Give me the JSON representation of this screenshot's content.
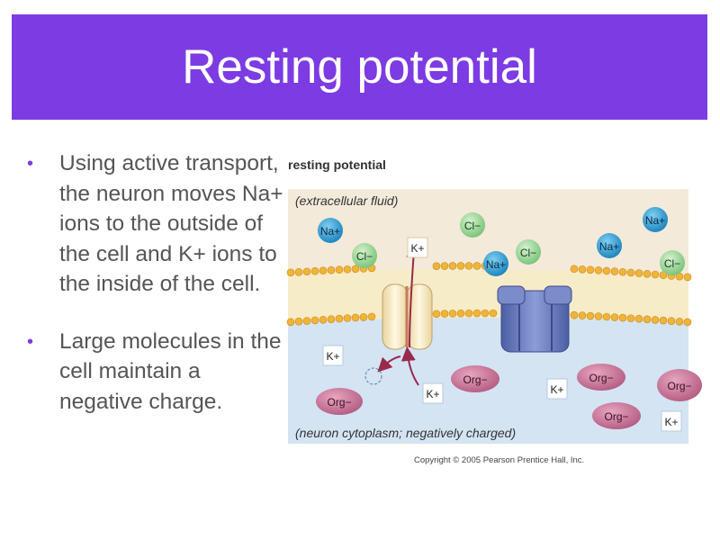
{
  "slide": {
    "title": "Resting potential",
    "bullets": [
      {
        "text": "Using active transport, the neuron moves Na+ ions to the outside of the cell and K+ ions to the inside of the cell."
      },
      {
        "text": "Large molecules in the cell maintain a negative charge."
      }
    ]
  },
  "figure": {
    "heading": "resting potential",
    "extracellular_label": "(extracellular fluid)",
    "cytoplasm_label": "(neuron cytoplasm; negatively charged)",
    "copyright": "Copyright © 2005 Pearson Prentice Hall, Inc.",
    "ions": {
      "na": "Na+",
      "k": "K+",
      "cl": "Cl−",
      "org": "Org−"
    }
  },
  "colors": {
    "accent": "#7c3be3",
    "extracellular_bg": "#f3ead9",
    "cytoplasm_bg": "#d4e4f3",
    "membrane_head": "#f0b43a",
    "na_ion": "#2a9ad0",
    "cl_ion": "#8ed28a",
    "org_ion": "#c06a8c",
    "pump": "#6878b8"
  }
}
